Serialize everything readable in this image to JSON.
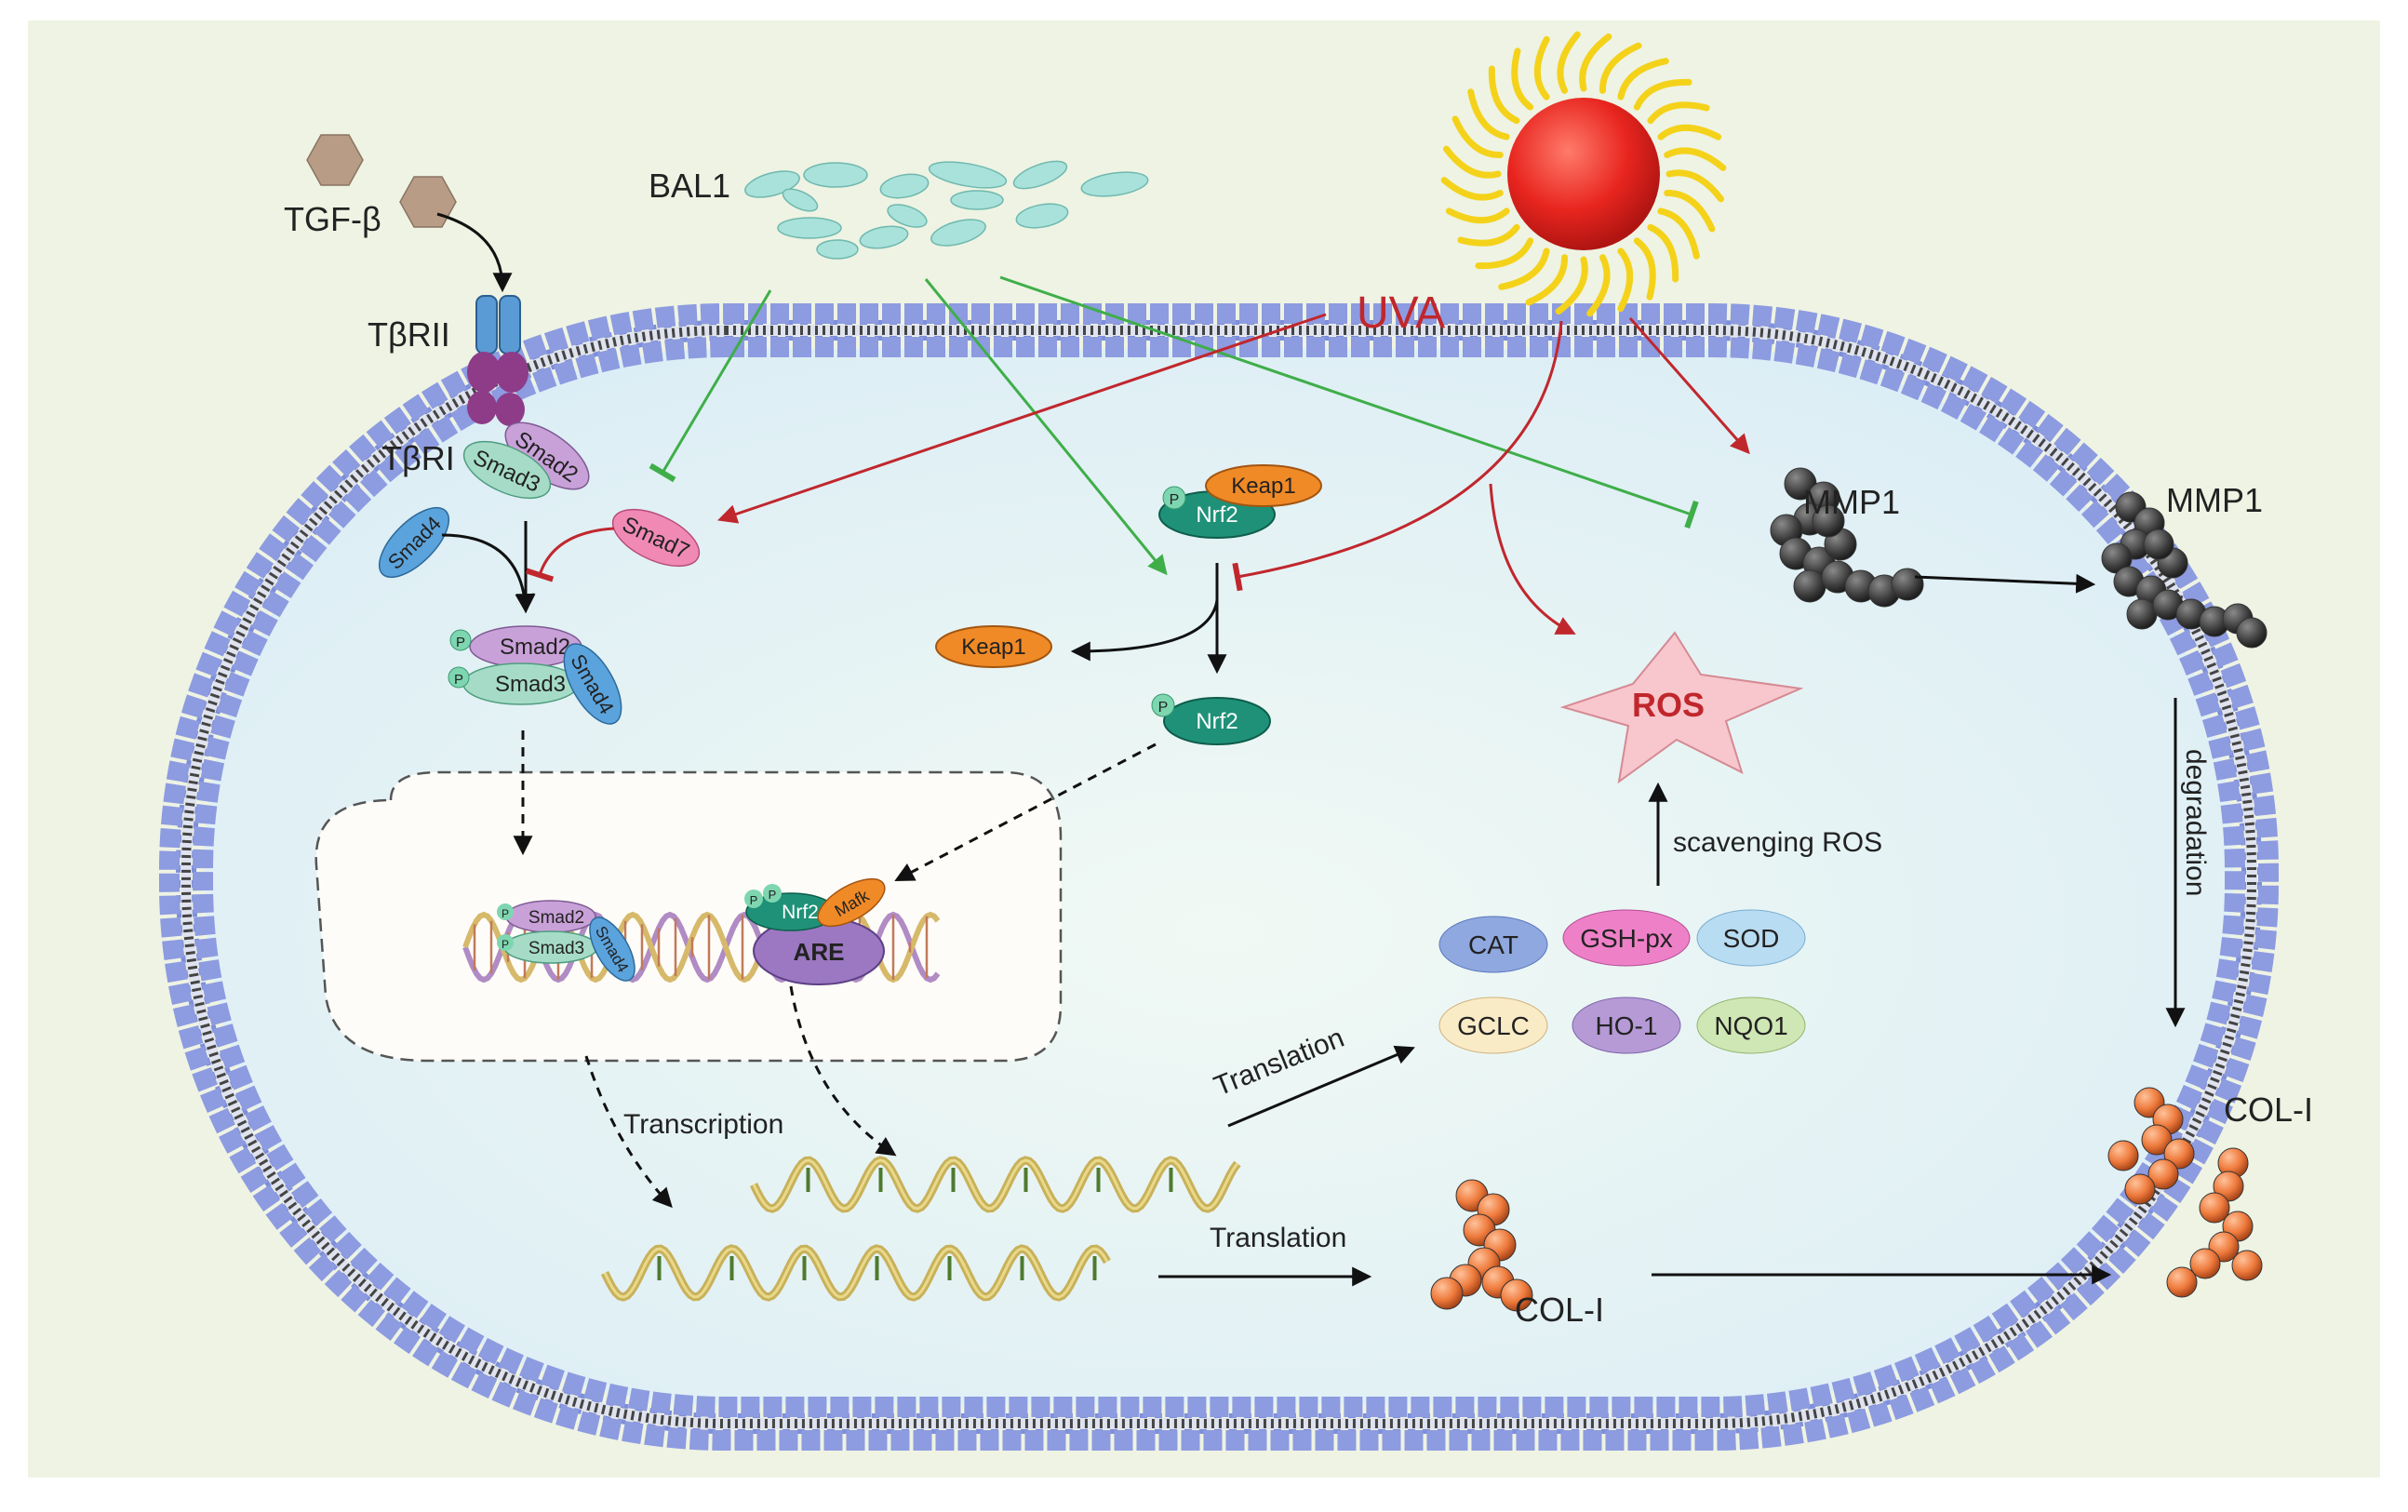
{
  "colors": {
    "background": "#eef3e3",
    "cytoplasm": "#e6f3f8",
    "membrane": "#7e8fd9",
    "activation_green": "#3fae49",
    "uva_red": "#c0272d",
    "sun": "#e8251f",
    "rays": "#f4d21a"
  },
  "labels": {
    "tgfb": "TGF-β",
    "tbrii": "TβRII",
    "tbri": "TβRI",
    "bal1": "BAL1",
    "uva": "UVA",
    "smad2": "Smad2",
    "smad3": "Smad3",
    "smad4": "Smad4",
    "smad7": "Smad7",
    "p": "P",
    "keap1": "Keap1",
    "nrf2": "Nrf2",
    "mafk": "Mafk",
    "are": "ARE",
    "ros": "ROS",
    "scavenging": "scavenging ROS",
    "mmp1": "MMP1",
    "degradation": "degradation",
    "col1": "COL-I",
    "transcription": "Transcription",
    "translation": "Translation",
    "enzymes": [
      "CAT",
      "GSH-px",
      "SOD",
      "GCLC",
      "HO-1",
      "NQO1"
    ]
  }
}
